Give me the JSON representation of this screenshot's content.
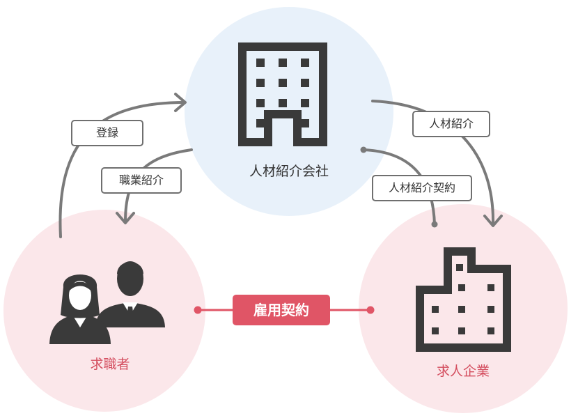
{
  "nodes": {
    "agency": {
      "label": "人材紹介会社",
      "icon": "office-building-icon"
    },
    "job_seeker": {
      "label": "求職者",
      "icon": "people-icon"
    },
    "company": {
      "label": "求人企業",
      "icon": "company-building-icon"
    }
  },
  "edges": {
    "register": {
      "label": "登録"
    },
    "job_introduction": {
      "label": "職業紹介"
    },
    "talent_introduction": {
      "label": "人材紹介"
    },
    "talent_contract": {
      "label": "人材紹介契約"
    },
    "employment_contract": {
      "label": "雇用契約"
    }
  },
  "colors": {
    "agency_circle": "#e8f1fa",
    "party_circle": "#fbe7ea",
    "arrow": "#7a7a7a",
    "contract": "#e05566",
    "icon": "#3a3a3a"
  }
}
